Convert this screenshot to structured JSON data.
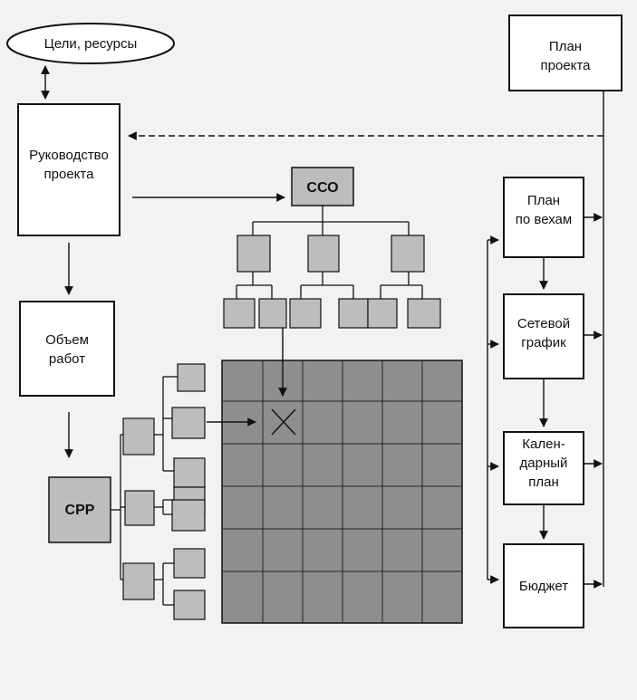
{
  "diagram": {
    "goals": "Цели, ресурсы",
    "project_plan": [
      "План",
      "проекта"
    ],
    "management": [
      "Руководство",
      "проекта"
    ],
    "scope": [
      "Объем",
      "работ"
    ],
    "sso": "ССО",
    "srr": "СРР",
    "milestones": [
      "План",
      "по вехам"
    ],
    "network": [
      "Сетевой",
      "график"
    ],
    "calendar": [
      "Кален-",
      "дарный",
      "план"
    ],
    "budget": "Бюджет"
  },
  "colors": {
    "line": "#111111",
    "box_fill": "#ffffff",
    "matrix_fill": "#8e8e8e",
    "subbox_fill": "#bdbdbd",
    "background": "#f2f2f0"
  }
}
